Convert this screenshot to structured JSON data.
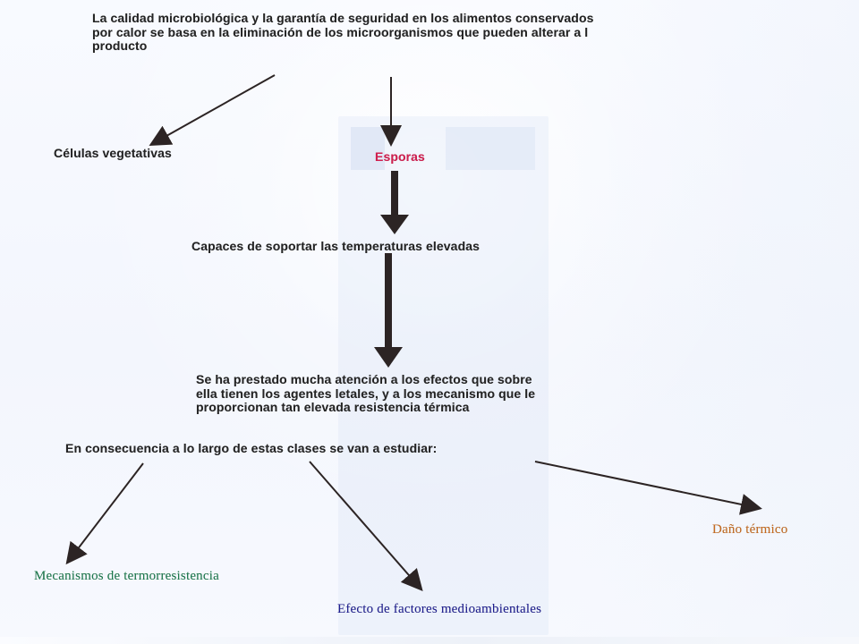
{
  "diagram": {
    "intro": "La calidad microbiológica y la garantía de seguridad en los alimentos conservados\npor calor se basa en la eliminación de los microorganismos que pueden alterar a l\nproducto",
    "cells": "Células vegetativas",
    "spores": "Esporas",
    "capable": "Capaces de soportar las temperaturas elevadas",
    "attention": "Se ha prestado mucha atención a los efectos que sobre\nella tienen los agentes letales, y a los mecanismo que le\nproporcionan tan elevada resistencia térmica",
    "consequence": "En consecuencia a lo largo de estas clases se van a estudiar:",
    "mechanisms": "Mecanismos de termorresistencia",
    "environment": "Efecto de factores medioambientales",
    "thermal_damage": "Daño térmico"
  },
  "colors": {
    "text_dark": "#242424",
    "spores": "#d11f4f",
    "mechanisms": "#1d7a4d",
    "environment": "#1f1f91",
    "thermal_damage": "#c66b1f",
    "arrow_dark": "#2c2424"
  }
}
